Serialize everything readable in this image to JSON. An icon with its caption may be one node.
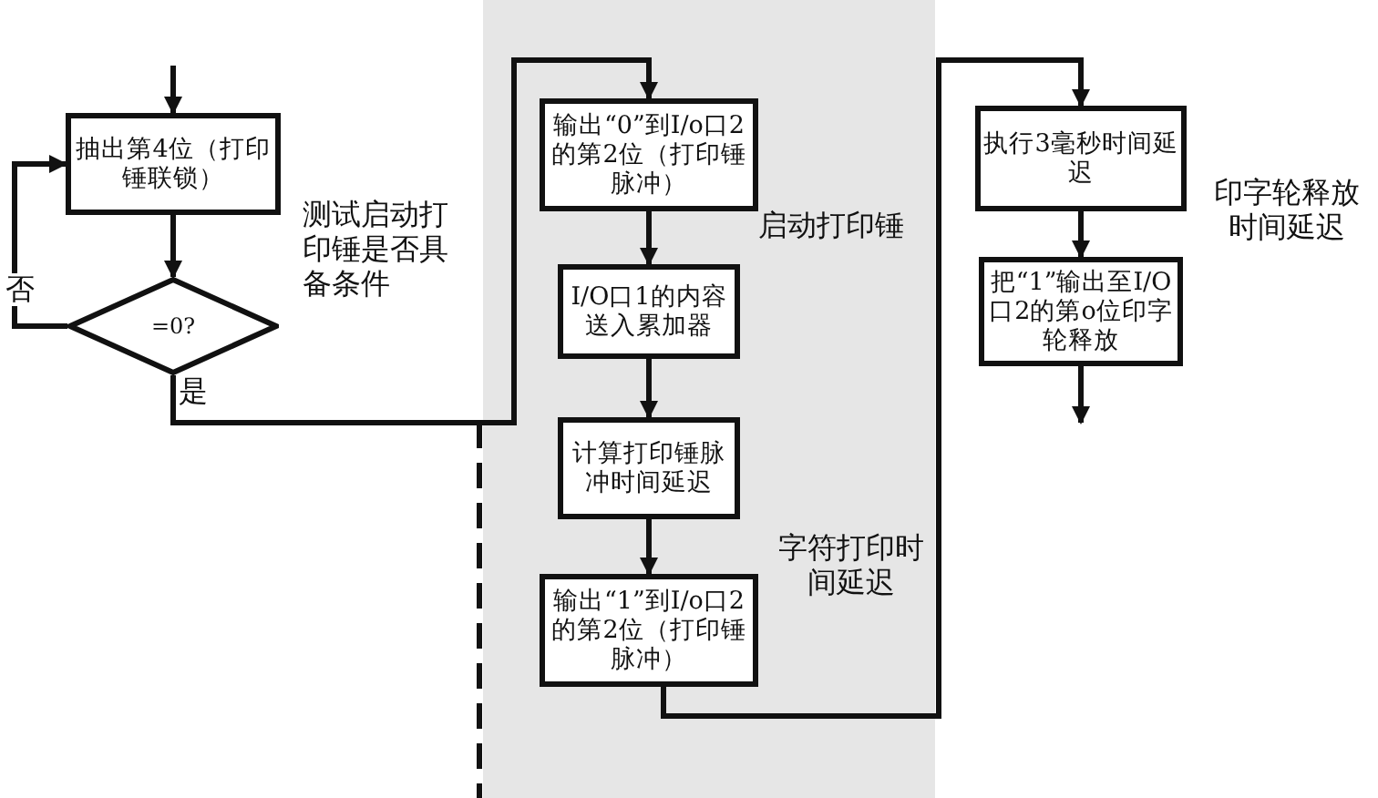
{
  "diagram": {
    "nodes": [
      {
        "text": [
          "抽出第4位（打印锤联锁）"
        ]
      },
      {
        "text": [
          "=0?"
        ]
      },
      {
        "text": [
          "输出“0”到I/o口2的第2位（打印锤脉冲）"
        ]
      },
      {
        "text": [
          "I/O口1的内容送入累加器"
        ]
      },
      {
        "text": [
          "计算打印锤脉冲时间延迟"
        ]
      },
      {
        "text": [
          "输出“1”到I/o口2的第2位（打印锤脉冲）"
        ]
      },
      {
        "text": [
          "执行3毫秒时间延迟"
        ]
      },
      {
        "text": [
          "把“1”输出至I/O口2的第o位印字轮释放"
        ]
      }
    ],
    "edges": [
      {
        "from": null,
        "to": 0,
        "arrow": "to"
      },
      {
        "from": 0,
        "to": 1,
        "arrow": "to"
      },
      {
        "from": 1,
        "to": 0,
        "arrow": "to",
        "label": "否"
      },
      {
        "from": 1,
        "to": 2,
        "arrow": "to",
        "label": "是"
      },
      {
        "from": 2,
        "to": 3,
        "arrow": "to"
      },
      {
        "from": 3,
        "to": 4,
        "arrow": "to"
      },
      {
        "from": 4,
        "to": 5,
        "arrow": "to"
      },
      {
        "from": 5,
        "to": 6,
        "arrow": "to"
      },
      {
        "from": 6,
        "to": 7,
        "arrow": "to"
      },
      {
        "from": 7,
        "to": null,
        "arrow": "to"
      }
    ],
    "labels": [
      "测试启动打印锤是否具备条件",
      "启动打印锤",
      "字符打印时间延迟",
      "印字轮释放时间延迟"
    ]
  }
}
